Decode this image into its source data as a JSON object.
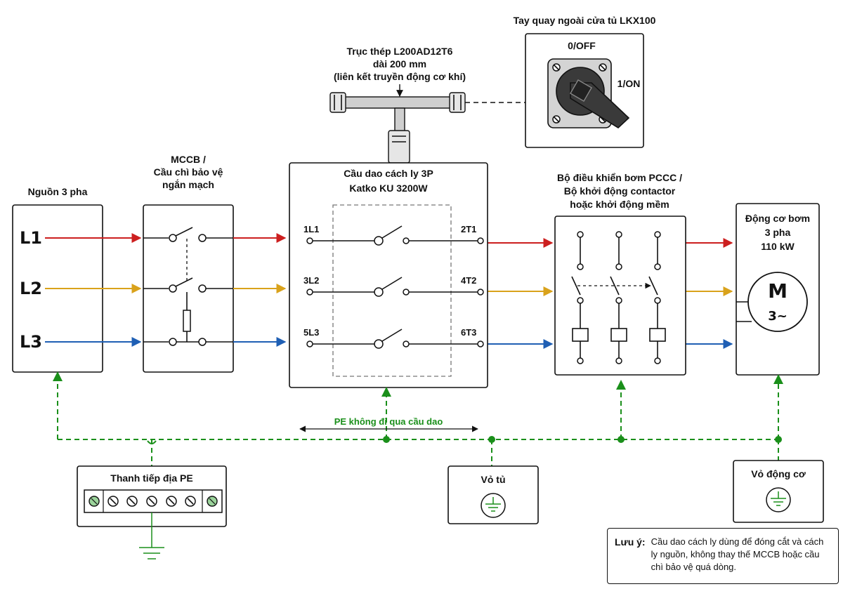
{
  "colors": {
    "phase_l1": "#cc1f1f",
    "phase_l2": "#d9a21b",
    "phase_l3": "#1f5fb4",
    "pe": "#1a8f1a",
    "line": "#111111"
  },
  "source": {
    "title": "Nguồn 3 pha",
    "l1": "L1",
    "l2": "L2",
    "l3": "L3"
  },
  "mccb": {
    "title_1": "MCCB /",
    "title_2": "Cầu chì bảo vệ",
    "title_3": "ngắn mạch"
  },
  "shaft": {
    "line_1": "Trục thép L200AD12T6",
    "line_2": "dài 200 mm",
    "line_3": "(liên kết truyền động cơ khí)"
  },
  "handle": {
    "title": "Tay quay ngoài cửa tủ LKX100",
    "off_label": "0/OFF",
    "on_label": "1/ON"
  },
  "isolator": {
    "title_1": "Cầu dao cách ly 3P",
    "title_2": "Katko KU 3200W",
    "in_1": "1L1",
    "in_2": "3L2",
    "in_3": "5L3",
    "out_1": "2T1",
    "out_2": "4T2",
    "out_3": "6T3"
  },
  "controller": {
    "title_1": "Bộ điều khiển bơm PCCC /",
    "title_2": "Bộ khởi động contactor",
    "title_3": "hoặc khởi động mềm"
  },
  "motor": {
    "title_1": "Động cơ bơm",
    "title_2": "3 pha",
    "title_3": "110 kW",
    "symbol_m": "M",
    "symbol_3": "3~"
  },
  "pe": {
    "bypass_note": "PE không đi qua cầu dao",
    "bar_label": "Thanh tiếp địa PE",
    "cabinet_label": "Vỏ tủ",
    "motor_frame_label": "Vỏ động cơ"
  },
  "note": {
    "label": "Lưu ý:",
    "text": "Cầu dao cách ly dùng để đóng cắt và cách ly nguồn, không thay thế MCCB hoặc cầu chì bảo vệ quá dòng."
  },
  "icons": {
    "ground": "ground-icon",
    "arrow": "arrow-right-icon",
    "motor": "motor-icon",
    "switch": "switch-contact-icon"
  }
}
